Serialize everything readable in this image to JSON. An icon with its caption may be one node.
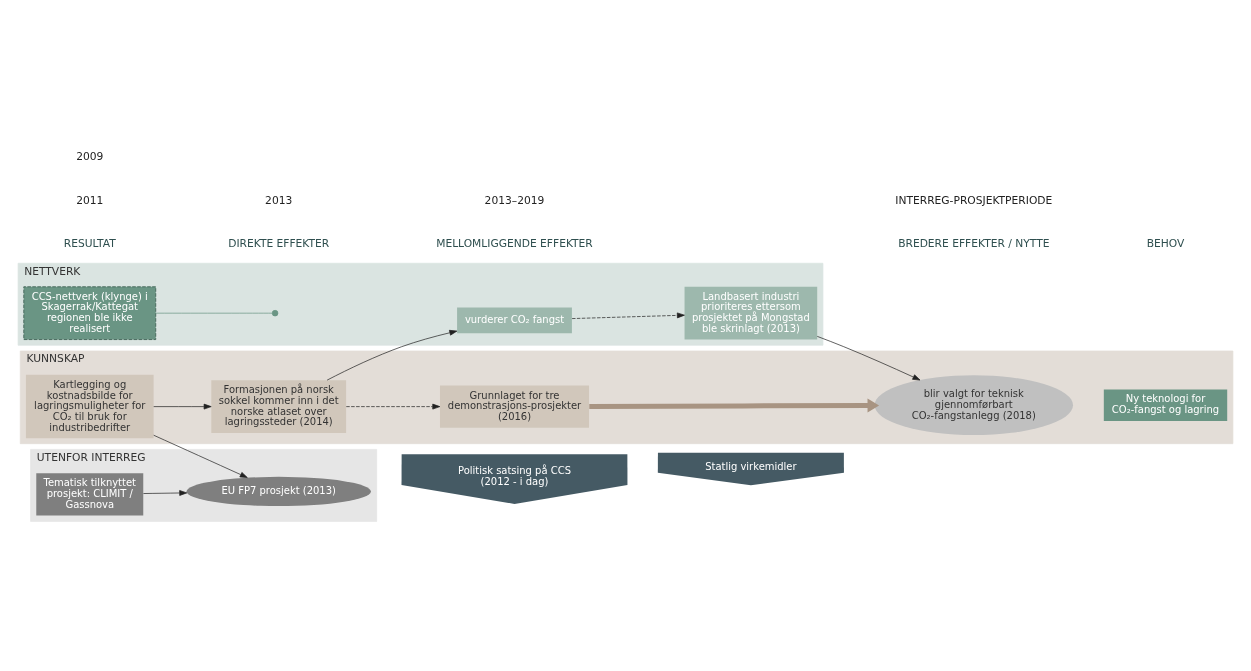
{
  "diagram": {
    "nodes": [
      {
        "text": [
          "Politisk satsing på CCS (2012 - i dag)"
        ]
      },
      {
        "text": [
          "Statlig virkemidler"
        ]
      },
      {
        "text": [
          "KUNNSKAP"
        ]
      },
      {
        "text": [
          "Kartlegging og kostnadsbilde for lagringsmuligheter for CO₂ til bruk for industribedrifter"
        ],
        "in": 2
      },
      {
        "text": [
          "Formasjonen på norsk sokkel kommer inn i det norske atlaset over lagringssteder (2014)"
        ],
        "in": 2
      },
      {
        "text": [
          "Grunnlaget for tre demonstrasjons-prosjekter (2016)"
        ],
        "in": 2
      },
      {
        "text": [
          "blir valgt for teknisk gjennomførbart CO₂-fangstanlegg (2018)"
        ],
        "in": 2
      },
      {
        "text": [
          "Ny teknologi for CO₂-fangst og lagring"
        ],
        "in": 2
      },
      {
        "text": [
          "NETTVERK"
        ]
      },
      {
        "text": [
          "CCS-nettverk (klynge) i Skagerrak/Kattegat regionen ble ikke realisert"
        ],
        "in": 8
      },
      {
        "text": [
          "vurderer CO₂ fangst"
        ],
        "in": 8
      },
      {
        "text": [
          "Landbasert industri prioriteres ettersom prosjektet på Mongstad ble skrinlagt (2013)"
        ],
        "in": 8
      },
      {
        "text": [
          "UTENFOR INTERREG"
        ]
      },
      {
        "text": [
          "Tematisk tilknyttet prosjekt: CLIMIT / Gassnova"
        ],
        "in": 12
      },
      {
        "text": [
          "EU FP7 prosjekt (2013)"
        ],
        "in": 12
      }
    ],
    "edges": [
      {
        "from": 3,
        "to": 4,
        "arrow": "to"
      },
      {
        "from": 3,
        "to": 14,
        "arrow": "to"
      },
      {
        "from": 13,
        "to": 14,
        "arrow": "to"
      },
      {
        "from": 4,
        "to": 10,
        "arrow": "to"
      },
      {
        "from": 4,
        "to": 5,
        "arrow": "to",
        "style": "dashed"
      },
      {
        "from": 5,
        "to": 6,
        "arrow": "to",
        "style": "thick",
        "color": "#a89482"
      },
      {
        "from": 9,
        "to": null,
        "arrow": "other",
        "color": "#6a9584"
      },
      {
        "from": 10,
        "to": 11,
        "arrow": "to",
        "style": "dashed"
      },
      {
        "from": 11,
        "to": 6,
        "arrow": "to"
      }
    ],
    "labels": [
      "RESULTAT",
      "DIREKTE EFFEKTER",
      "MELLOMLIGGENDE EFFEKTER",
      "BREDERE EFFEKTER / NYTTE",
      "BEHOV",
      "2009",
      "2011",
      "2013",
      "2013–2019",
      "INTERREG-PROSJEKTPERIODE"
    ]
  }
}
